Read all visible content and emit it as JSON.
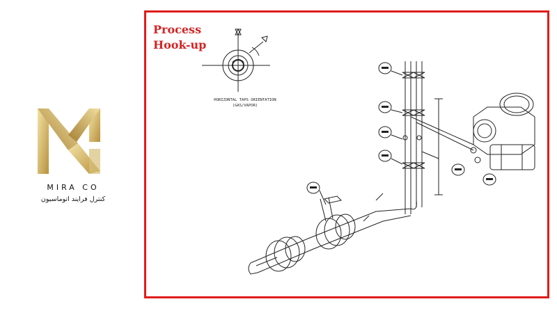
{
  "brand": {
    "name": "MIRA CO",
    "subtitle": "کنترل فرایند اتوماسیون",
    "colors": {
      "gold_light": "#e8d28c",
      "gold_dark": "#b08a3a"
    }
  },
  "diagram": {
    "title_line1": "Process",
    "title_line2": "Hook-up",
    "caption_line1": "HORIZONTAL TAPS ORIENTATION",
    "caption_line2": "(GAS/VAPOR)",
    "frame_color": "#e01b1b",
    "title_color": "#d32424"
  }
}
